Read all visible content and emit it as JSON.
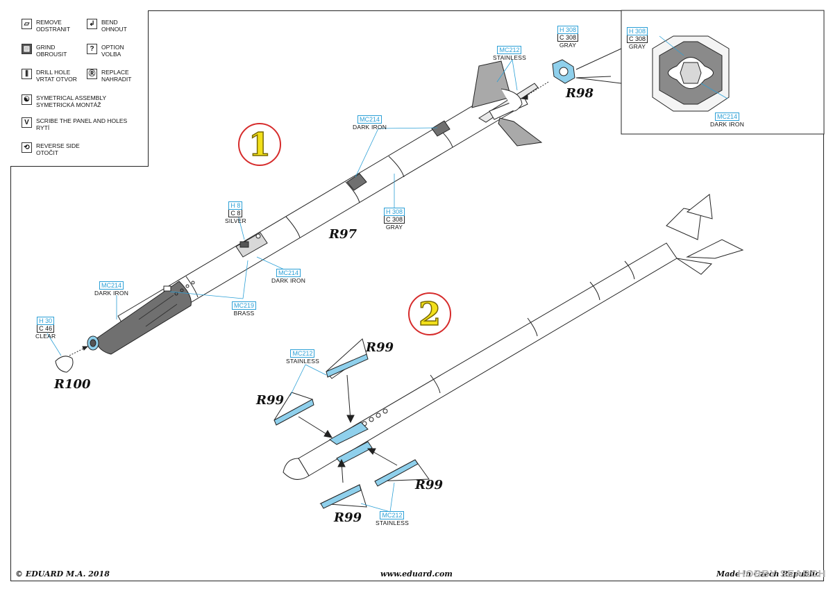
{
  "legend": [
    {
      "icon": "remove-icon",
      "line1": "REMOVE",
      "line2": "ODSTRANIT"
    },
    {
      "icon": "bend-icon",
      "line1": "BEND",
      "line2": "OHNOUT"
    },
    {
      "icon": "grind-icon",
      "line1": "GRIND",
      "line2": "OBROUSIT"
    },
    {
      "icon": "option-icon",
      "line1": "OPTION",
      "line2": "VOLBA"
    },
    {
      "icon": "drill-hole-icon",
      "line1": "DRILL HOLE",
      "line2": "VRTAT OTVOR"
    },
    {
      "icon": "replace-icon",
      "line1": "REPLACE",
      "line2": "NAHRADIT"
    },
    {
      "icon": "symmetrical-assembly-icon",
      "line1": "SYMETRICAL ASSEMBLY",
      "line2": "SYMETRICKÁ MONTÁŽ"
    },
    {
      "icon": "scribe-icon",
      "line1": "SCRIBE THE PANEL AND HOLES",
      "line2": "RYTÍ"
    },
    {
      "icon": "reverse-side-icon",
      "line1": "REVERSE SIDE",
      "line2": "OTOČIT"
    }
  ],
  "steps": [
    "1",
    "2"
  ],
  "parts": {
    "r97": "R97",
    "r98": "R98",
    "r99": "R99",
    "r100": "R100"
  },
  "callouts": {
    "mc212_top": {
      "code": "MC212",
      "caption": "STAINLESS"
    },
    "mc214_mid": {
      "code": "MC214",
      "caption": "DARK IRON"
    },
    "h308_top": {
      "code": "H 308",
      "code2": "C 308",
      "caption": "GRAY"
    },
    "h308_inset": {
      "code": "H 308",
      "code2": "C 308",
      "caption": "GRAY"
    },
    "mc214_inset": {
      "code": "MC214",
      "caption": "DARK IRON"
    },
    "h308_body": {
      "code": "H 308",
      "code2": "C 308",
      "caption": "GRAY"
    },
    "h8": {
      "code": "H 8",
      "code2": "C 8",
      "caption": "SILVER"
    },
    "mc214_lower": {
      "code": "MC214",
      "caption": "DARK IRON"
    },
    "mc219": {
      "code": "MC219",
      "caption": "BRASS"
    },
    "mc214_nose": {
      "code": "MC214",
      "caption": "DARK IRON"
    },
    "h30": {
      "code": "H 30",
      "code2": "C 46",
      "caption": "CLEAR"
    },
    "mc212_fins_top": {
      "code": "MC212",
      "caption": "STAINLESS"
    },
    "mc212_fins_bottom": {
      "code": "MC212",
      "caption": "STAINLESS"
    }
  },
  "footer": {
    "left": "© EDUARD  M.A. 2018",
    "center": "www.eduard.com",
    "right": "Made in Czech Republic"
  },
  "watermark": "HOBBY SEARCH",
  "colors": {
    "callout_blue": "#2a9fd6",
    "part_blue": "#8fd0ec",
    "step_circle": "#d62b2b",
    "step_number": "#f2e01a",
    "dark_iron": "#6e6e6e",
    "gray": "#a9a9a9"
  }
}
